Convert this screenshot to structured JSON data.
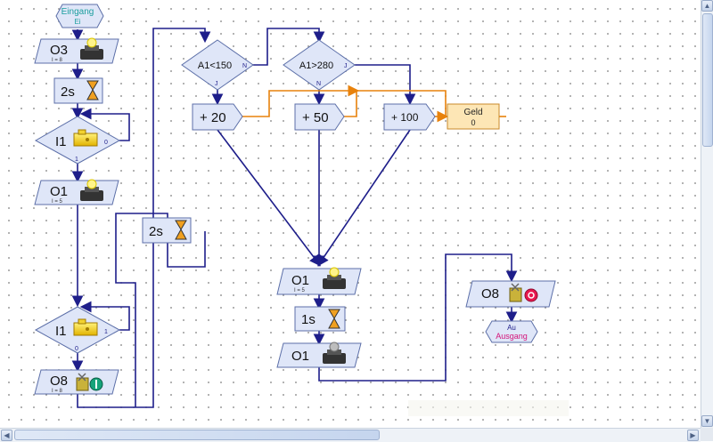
{
  "start": {
    "title": "Eingang",
    "sub": "Ei"
  },
  "left_column": {
    "out1": {
      "label": "O3",
      "sub": "I = 8"
    },
    "wait1": {
      "label": "2s"
    },
    "in1": {
      "label": "I1",
      "true_port": "1",
      "false_port": "0"
    },
    "out2": {
      "label": "O1",
      "sub": "I = 5"
    },
    "in2": {
      "label": "I1",
      "true_port": "1",
      "false_port": "0"
    },
    "out3": {
      "label": "O8",
      "sub": "I = 8"
    }
  },
  "middle": {
    "wait2": {
      "label": "2s"
    },
    "cmp1": {
      "label": "A1<150",
      "n_port": "N",
      "j_port": "J"
    },
    "cmp2": {
      "label": "A1>280",
      "j_port": "J",
      "n_port": "N"
    },
    "add1": {
      "label": "+ 20"
    },
    "add2": {
      "label": "+ 50"
    },
    "add3": {
      "label": "+ 100"
    },
    "var": {
      "name": "Geld",
      "value": "0"
    },
    "out4": {
      "label": "O1",
      "sub": "I = 5"
    },
    "wait3": {
      "label": "1s"
    },
    "out5": {
      "label": "O1"
    }
  },
  "right": {
    "out6": {
      "label": "O8"
    },
    "end": {
      "title": "Au",
      "sub": "Ausgang"
    }
  },
  "colors": {
    "flow": "#1e1e8a",
    "data": "#e8820c",
    "block_fill": "#dfe6f8",
    "block_stroke": "#5c6fa8",
    "var_fill": "#fde6b5"
  }
}
